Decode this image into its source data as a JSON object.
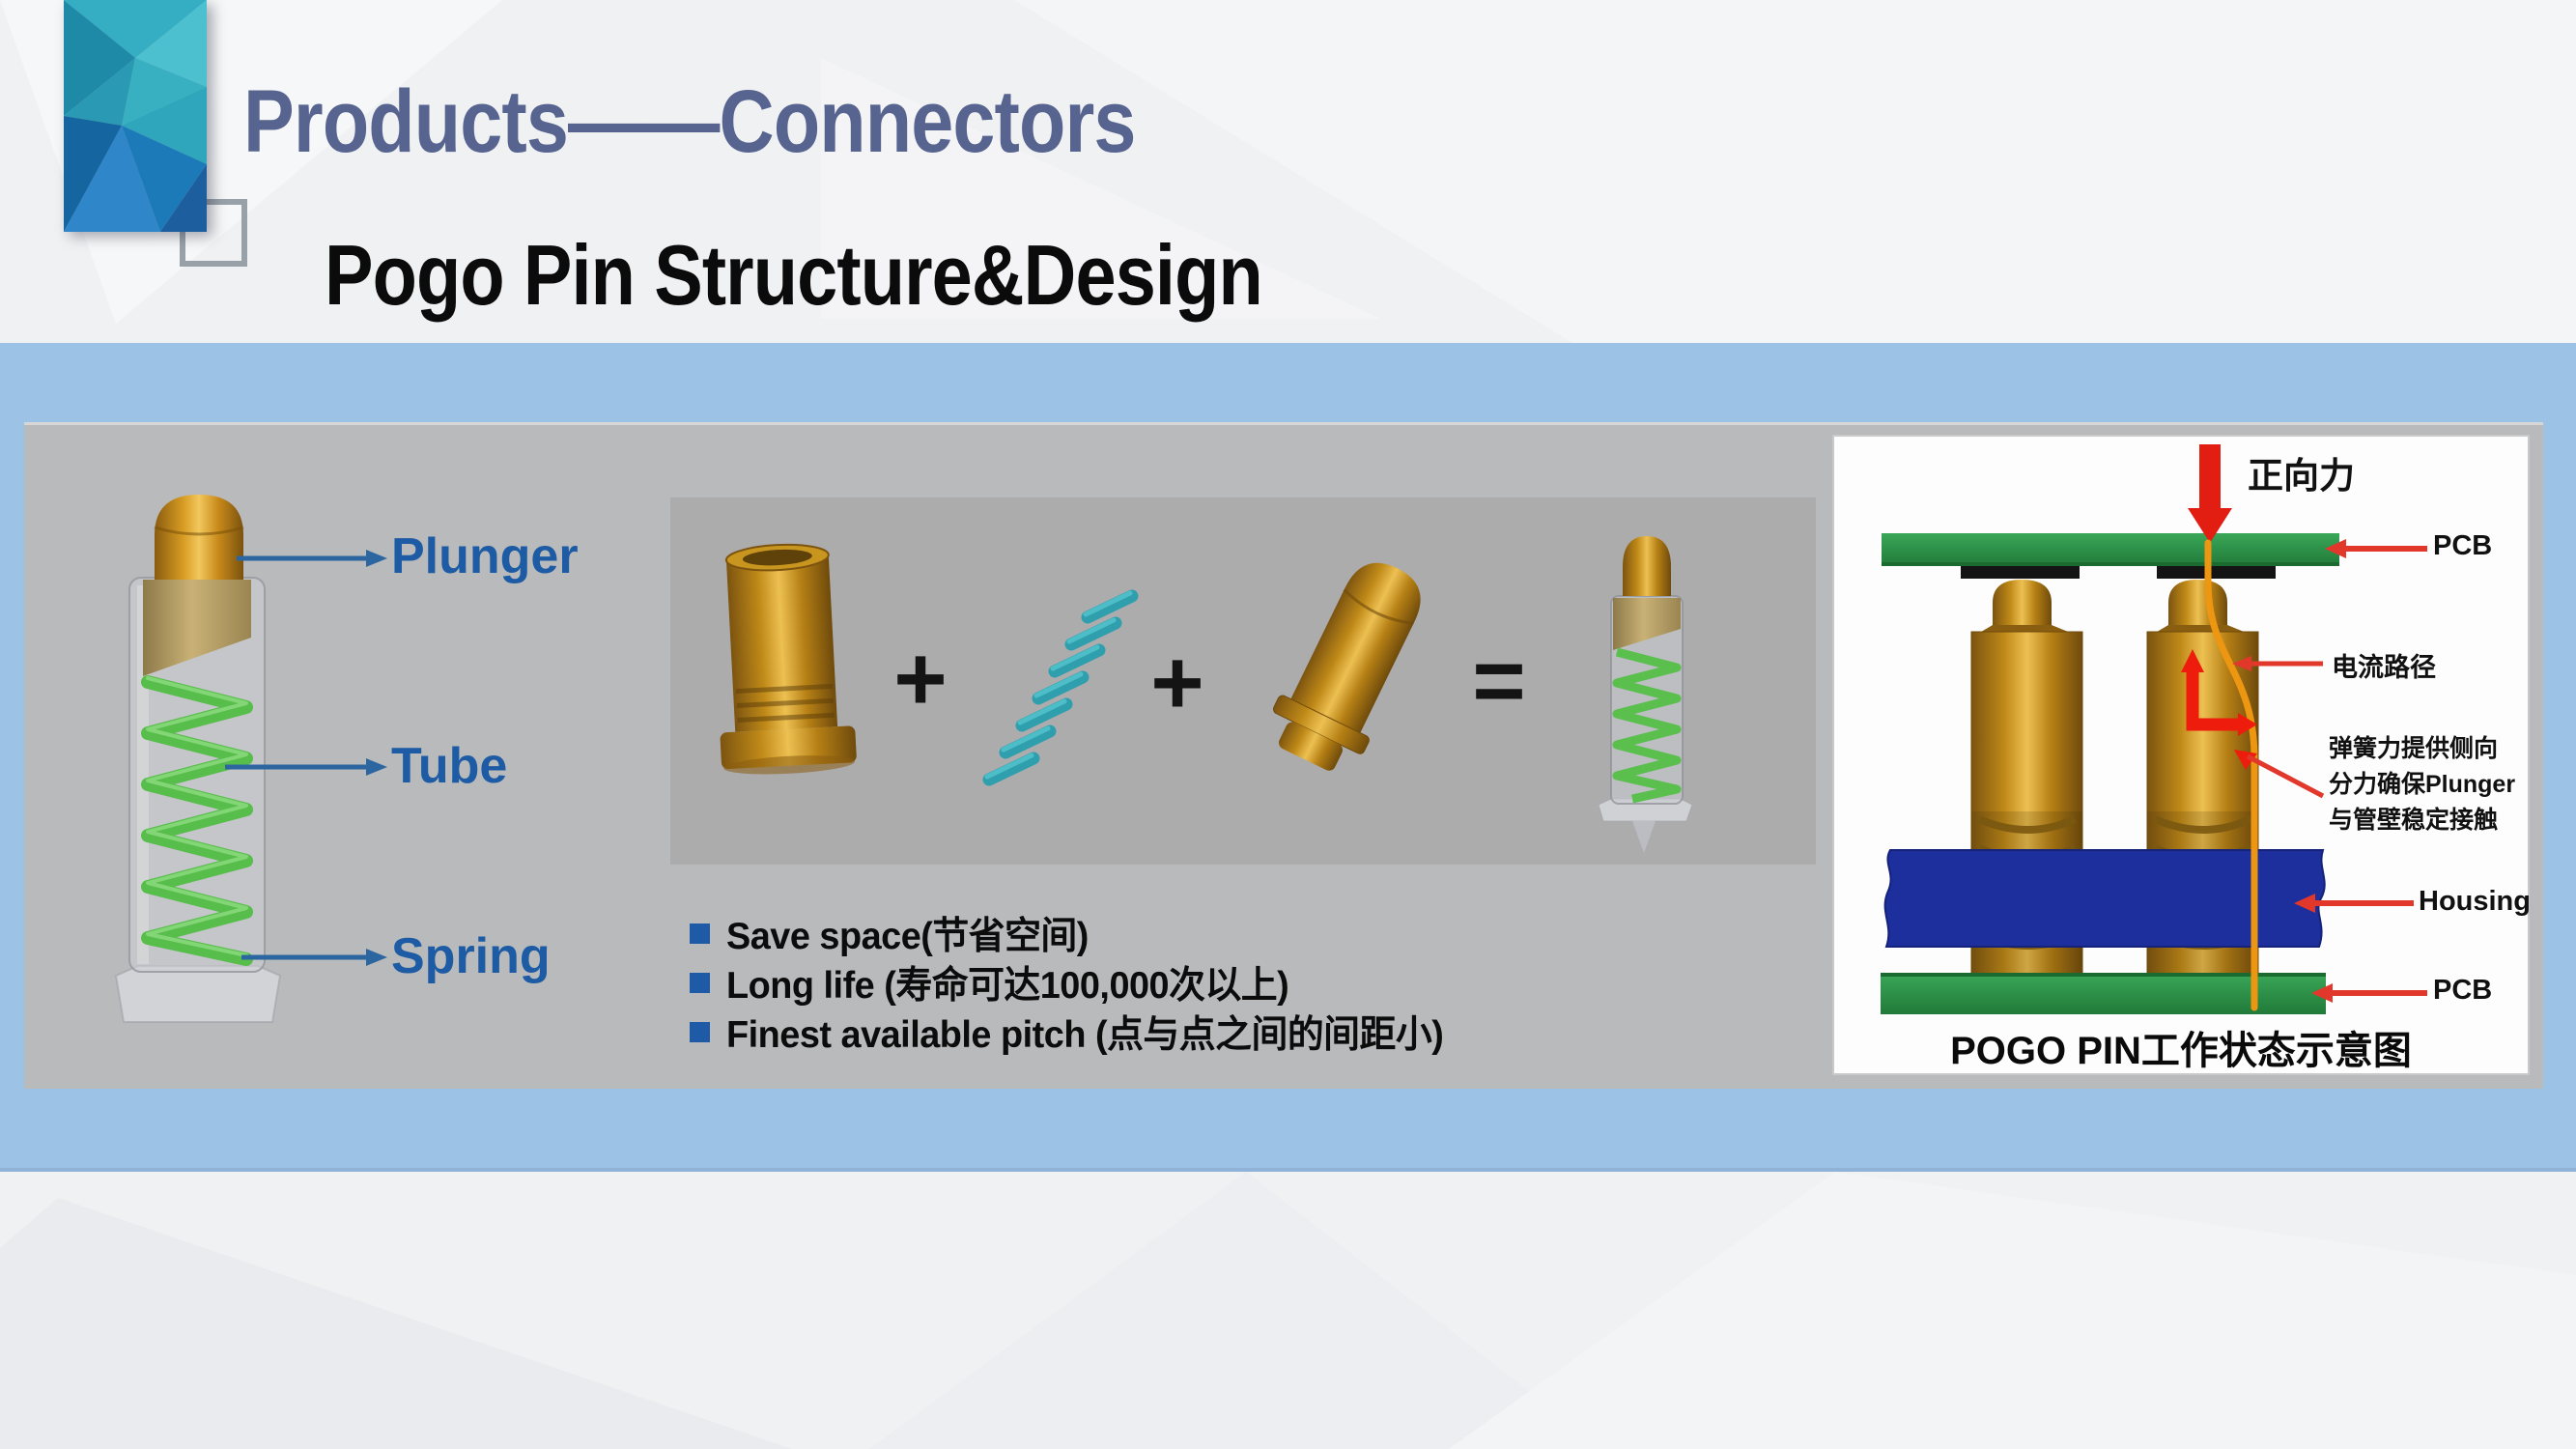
{
  "slide": {
    "title": "Products——Connectors",
    "subtitle": "Pogo Pin Structure&Design"
  },
  "structure_figure": {
    "plunger_label": "Plunger",
    "tube_label": "Tube",
    "spring_label": "Spring"
  },
  "equation": {
    "plus_1": "+",
    "plus_2": "+",
    "equals": "="
  },
  "features": [
    "Save space(节省空间)",
    "Long life (寿命可达100,000次以上)",
    "Finest available pitch (点与点之间的间距小)"
  ],
  "working_diagram": {
    "force_label": "正向力",
    "pcb_top_label": "PCB",
    "current_path_label": "电流路径",
    "spring_note_lines": [
      "弹簧力提供侧向",
      "分力确保Plunger",
      "与管壁稳定接触"
    ],
    "housing_label": "Housing",
    "pcb_bottom_label": "PCB",
    "caption": "POGO PIN工作状态示意图"
  },
  "colors": {
    "title_blue": "#56648f",
    "band_blue": "#9cc2e5",
    "panel_gray": "#b9babb",
    "inner_box_gray": "#acacad",
    "label_blue": "#1d5ba4",
    "bullet_blue": "#1e5aa5",
    "pcb_green": "#2e9e4b",
    "housing_blue": "#1d2f9d",
    "gold": "#c8951f",
    "spring_green": "#57bd4b",
    "spring_teal": "#2f9fae",
    "arrow_red": "#e02222",
    "current_orange": "#ec9612",
    "deco_teal": "#2d9fb8"
  }
}
